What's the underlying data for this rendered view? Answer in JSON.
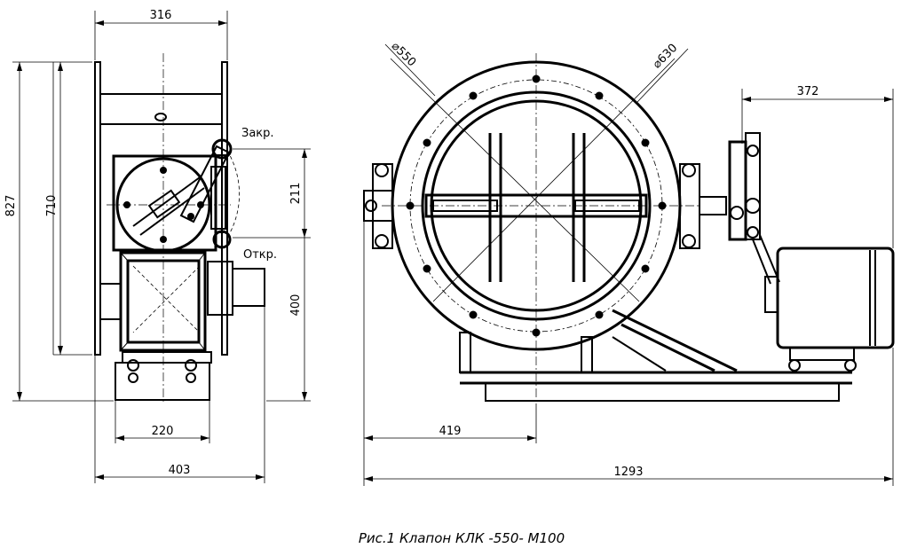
{
  "caption": "Рис.1 Клапон КЛК -550- М100",
  "labels": {
    "closed": "Закр.",
    "open": "Откр."
  },
  "dimensions": {
    "side_top_width": "316",
    "side_overall_height": "827",
    "side_frame_height": "710",
    "lever_travel_height": "211",
    "drive_height": "400",
    "drive_width": "220",
    "side_overall_width": "403",
    "inner_diameter": "⌀550",
    "outer_diameter": "⌀630",
    "motor_offset": "372",
    "axis_offset": "419",
    "overall_length": "1293"
  }
}
